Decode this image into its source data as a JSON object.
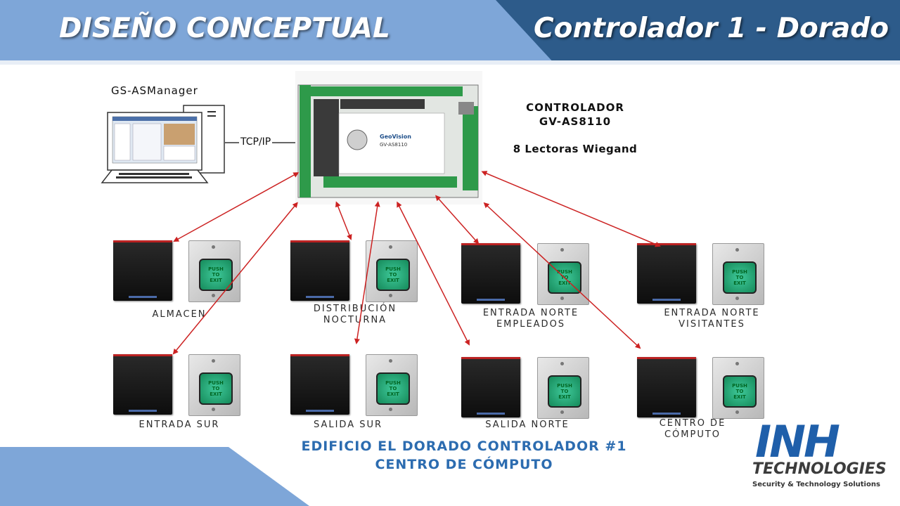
{
  "header": {
    "title_left": "DISEÑO CONCEPTUAL",
    "title_right": "Controlador 1 - Dorado",
    "colors": {
      "dark_blue": "#2d5b8a",
      "light_blue": "#7ea6d8"
    }
  },
  "workstation": {
    "software_label": "GS-ASManager",
    "link_label": "TCP/IP"
  },
  "controller": {
    "title_line1": "CONTROLADOR",
    "title_line2": "GV-AS8110",
    "readers": "8 Lectoras Wiegand",
    "board_brand": "GeoVision",
    "board_model": "GV-AS8110"
  },
  "door_button_text": [
    "PUSH",
    "TO",
    "EXIT"
  ],
  "doors": [
    {
      "line1": "ALMACEN",
      "line2": ""
    },
    {
      "line1": "DISTRIBUCIÓN",
      "line2": "NOCTURNA"
    },
    {
      "line1": "ENTRADA NORTE",
      "line2": "EMPLEADOS"
    },
    {
      "line1": "ENTRADA NORTE",
      "line2": "VISITANTES"
    },
    {
      "line1": "ENTRADA SUR",
      "line2": ""
    },
    {
      "line1": "SALIDA SUR",
      "line2": ""
    },
    {
      "line1": "SALIDA NORTE",
      "line2": ""
    },
    {
      "line1": "CENTRO DE",
      "line2": "CÓMPUTO"
    }
  ],
  "footer": {
    "line1": "EDIFICIO EL DORADO CONTROLADOR #1",
    "line2": "CENTRO DE CÓMPUTO"
  },
  "logo": {
    "mark": "INH",
    "name": "TECHNOLOGIES",
    "tagline": "Security & Technology Solutions"
  },
  "arrow_color": "#cc2222"
}
